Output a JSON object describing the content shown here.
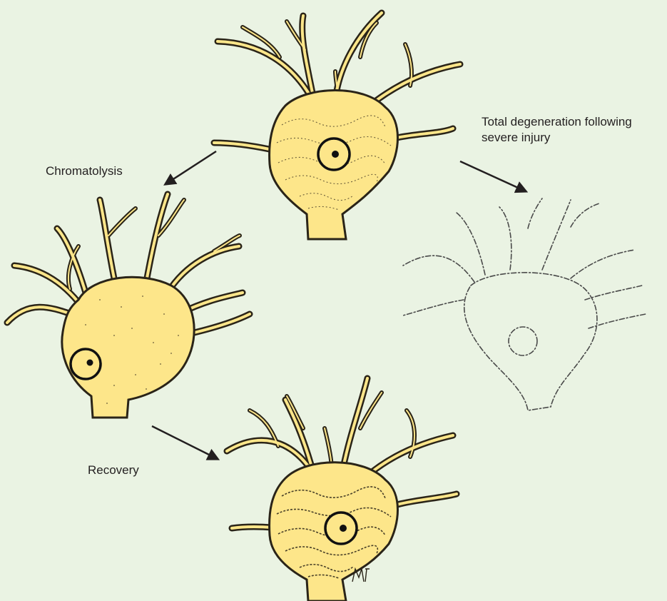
{
  "labels": {
    "chromatolysis": "Chromatolysis",
    "recovery": "Recovery",
    "degeneration_line1": "Total degeneration following",
    "degeneration_line2": "severe injury"
  },
  "signature": "mf",
  "colors": {
    "background": "#eaf3e3",
    "cell_fill": "#fde68a",
    "outline": "#2a2418",
    "degenerate_outline": "#4a4a4a"
  }
}
